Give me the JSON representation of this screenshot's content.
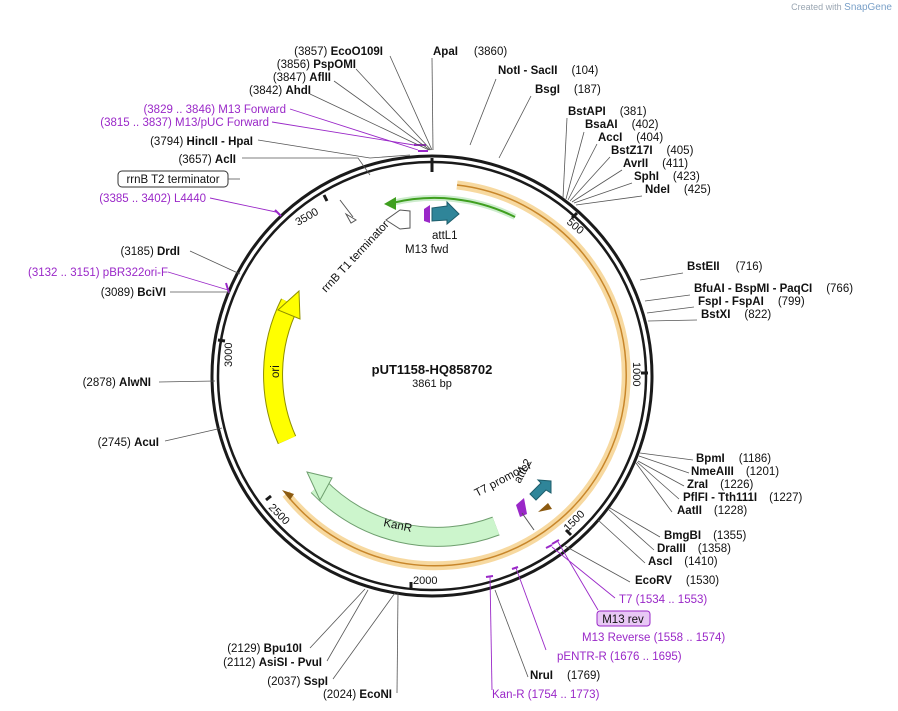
{
  "credit": {
    "prefix": "Created with",
    "brand": "SnapGene"
  },
  "plasmid": {
    "name": "pUT1158-HQ858702",
    "length_label": "3861 bp"
  },
  "ticks": [
    "500",
    "1000",
    "1500",
    "2000",
    "2500",
    "3000",
    "3500"
  ],
  "sites": [
    {
      "pos": "(3857)",
      "enz": "EcoO109I"
    },
    {
      "pos": "(3856)",
      "enz": "PspOMI"
    },
    {
      "pos": "(3847)",
      "enz": "AflII"
    },
    {
      "pos": "(3842)",
      "enz": "AhdI"
    },
    {
      "pos": "(3794)",
      "enz": "HincII  - HpaI"
    },
    {
      "pos": "(3657)",
      "enz": "AclI"
    },
    {
      "pos": "(3185)",
      "enz": "DrdI"
    },
    {
      "pos": "(3089)",
      "enz": "BciVI"
    },
    {
      "pos": "(2878)",
      "enz": "AlwNI"
    },
    {
      "pos": "(2745)",
      "enz": "AcuI"
    },
    {
      "pos": "(2129)",
      "enz": "Bpu10I"
    },
    {
      "pos": "(2112)",
      "enz": "AsiSI  - PvuI"
    },
    {
      "pos": "(2037)",
      "enz": "SspI"
    },
    {
      "pos": "(2024)",
      "enz": "EcoNI"
    },
    {
      "pos": "(3860)",
      "enz": "ApaI"
    },
    {
      "pos": "(104)",
      "enz": "NotI  - SacII"
    },
    {
      "pos": "(187)",
      "enz": "BsgI"
    },
    {
      "pos": "(381)",
      "enz": "BstAPI"
    },
    {
      "pos": "(402)",
      "enz": "BsaAI"
    },
    {
      "pos": "(404)",
      "enz": "AccI"
    },
    {
      "pos": "(405)",
      "enz": "BstZ17I"
    },
    {
      "pos": "(411)",
      "enz": "AvrII"
    },
    {
      "pos": "(423)",
      "enz": "SphI"
    },
    {
      "pos": "(425)",
      "enz": "NdeI"
    },
    {
      "pos": "(716)",
      "enz": "BstEII"
    },
    {
      "pos": "(766)",
      "enz": "BfuAI  - BspMI  - PaqCI"
    },
    {
      "pos": "(799)",
      "enz": "FspI  - FspAI"
    },
    {
      "pos": "(822)",
      "enz": "BstXI"
    },
    {
      "pos": "(1186)",
      "enz": "BpmI"
    },
    {
      "pos": "(1201)",
      "enz": "NmeAIII"
    },
    {
      "pos": "(1226)",
      "enz": "ZraI"
    },
    {
      "pos": "(1227)",
      "enz": "PflFI  - Tth111I"
    },
    {
      "pos": "(1228)",
      "enz": "AatII"
    },
    {
      "pos": "(1355)",
      "enz": "BmgBI"
    },
    {
      "pos": "(1358)",
      "enz": "DraIII"
    },
    {
      "pos": "(1410)",
      "enz": "AscI"
    },
    {
      "pos": "(1530)",
      "enz": "EcoRV"
    },
    {
      "pos": "(1769)",
      "enz": "NruI"
    }
  ],
  "primers": [
    {
      "text": "(3829 .. 3846)  M13 Forward"
    },
    {
      "text": "(3815 .. 3837)  M13/pUC Forward"
    },
    {
      "text": "(3385 .. 3402)  L4440"
    },
    {
      "text": "(3132 .. 3151)  pBR322ori-F"
    },
    {
      "text": "T7    (1534 .. 1553)"
    },
    {
      "text": "M13 Reverse    (1558 .. 1574)"
    },
    {
      "text": "pENTR-R    (1676 .. 1695)"
    },
    {
      "text": "Kan-R    (1754 .. 1773)"
    }
  ],
  "boxed_labels": {
    "rrnb_t2": "rrnB T2 terminator",
    "m13_rev": "M13 rev"
  },
  "features": {
    "rrnb_t1": "rrnB T1 terminator",
    "attl1": "attL1",
    "m13_fwd": "M13 fwd",
    "ori": "ori",
    "kanr": "KanR",
    "t7_promoter": "T7 promoter",
    "attl2": "attL2"
  },
  "colors": {
    "backbone": "#1a1a1a",
    "orange_region": "#f3b045",
    "ori": "#ffff00",
    "kanr": "#ccf5cc",
    "green_arrow": "#3f9f1f",
    "att": "#2f8599",
    "primer": "#9a28c8"
  }
}
